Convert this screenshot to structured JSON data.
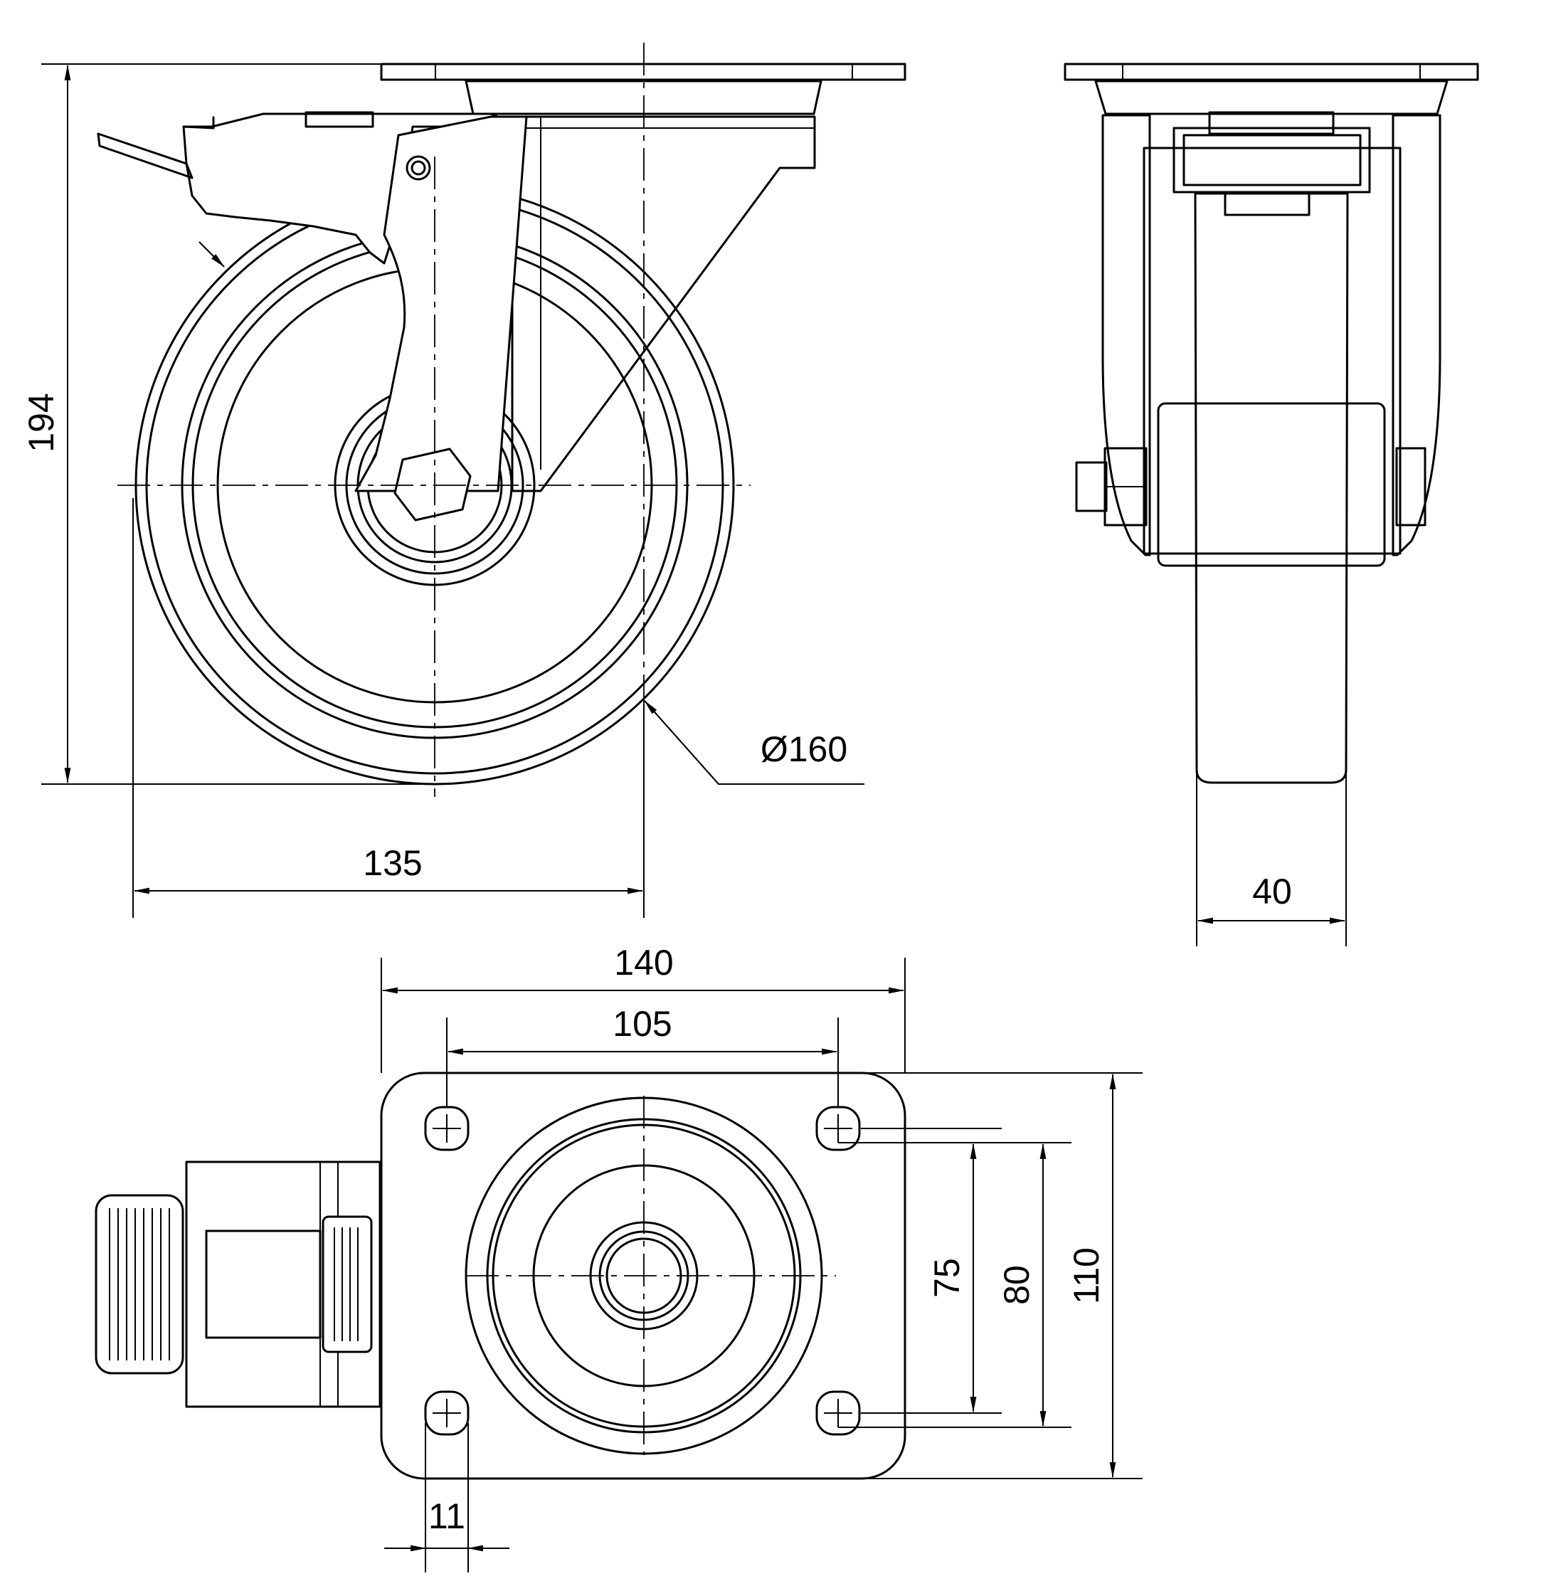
{
  "drawing": {
    "colors": {
      "line": "#000000",
      "background": "#ffffff"
    },
    "dimensions": {
      "total_height": "194",
      "wheel_diameter": "Ø160",
      "swivel_offset": "135",
      "wheel_width": "40",
      "plate_length": "140",
      "bolt_spacing_long": "105",
      "bolt_spacing_short_inner": "75",
      "bolt_spacing_short_outer": "80",
      "plate_width": "110",
      "bolt_hole": "11"
    }
  }
}
